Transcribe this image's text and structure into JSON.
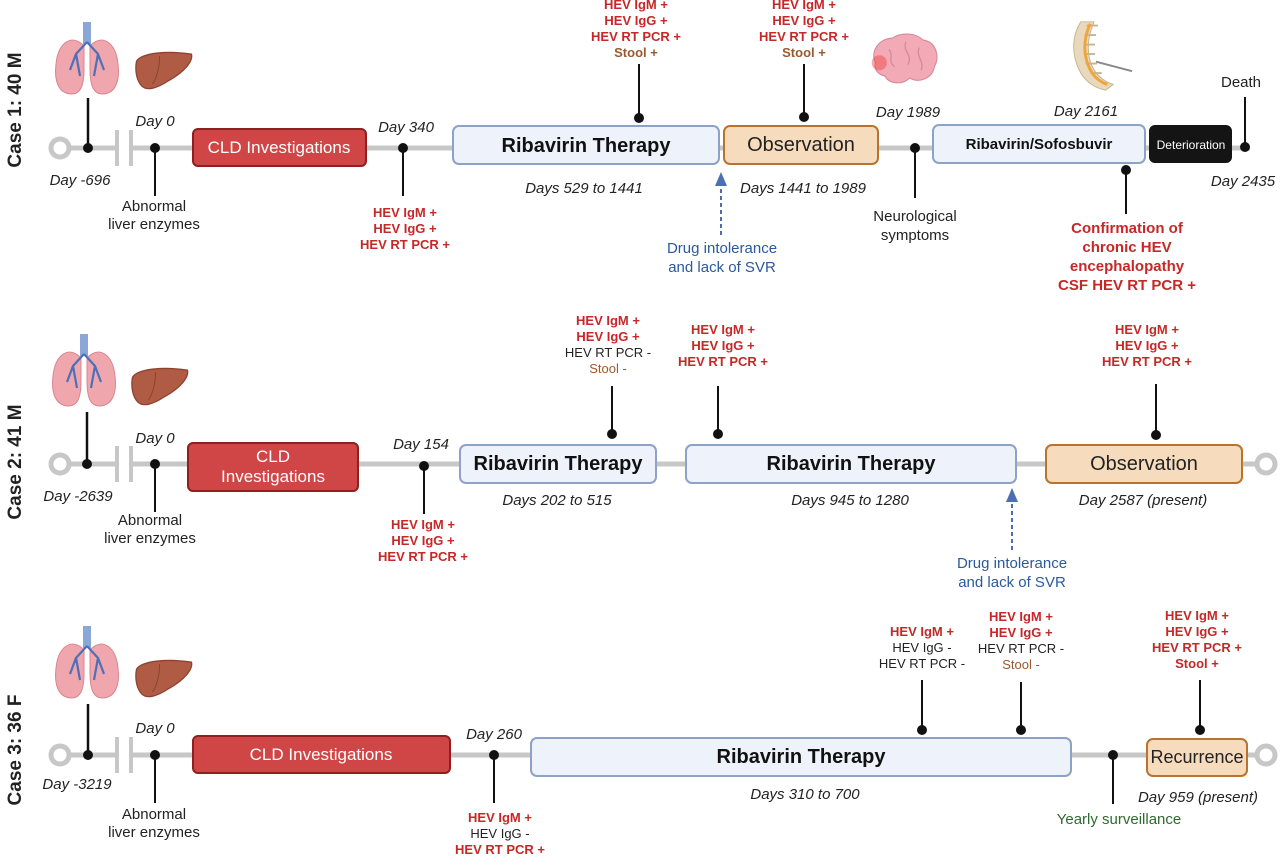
{
  "case1": {
    "label": "Case 1: 40 M",
    "day_start": "Day -696",
    "day0": "Day 0",
    "abnormal": [
      "Abnormal",
      "liver enzymes"
    ],
    "cld": "CLD Investigations",
    "day340": "Day 340",
    "lab340": [
      "HEV IgM +",
      "HEV IgG +",
      "HEV RT PCR +"
    ],
    "riba": "Ribavirin Therapy",
    "riba_days": "Days 529 to 1441",
    "lab_top1": [
      "HEV IgM +",
      "HEV IgG +",
      "HEV RT PCR +",
      "Stool +"
    ],
    "obs": "Observation",
    "obs_days": "Days 1441 to 1989",
    "lab_top2": [
      "HEV IgM +",
      "HEV IgG +",
      "HEV RT PCR +",
      "Stool +"
    ],
    "intol": [
      "Drug intolerance",
      "and lack of SVR"
    ],
    "day1989": "Day 1989",
    "neuro": [
      "Neurological",
      "symptoms"
    ],
    "ribasof": "Ribavirin/Sofosbuvir",
    "day2161": "Day 2161",
    "confirm": [
      "Confirmation of",
      "chronic HEV",
      "encephalopathy",
      "CSF HEV RT PCR +"
    ],
    "deter": "Deterioration",
    "death": "Death",
    "day_end": "Day 2435"
  },
  "case2": {
    "label": "Case 2: 41 M",
    "day_start": "Day -2639",
    "day0": "Day 0",
    "abnormal": [
      "Abnormal",
      "liver enzymes"
    ],
    "cld": [
      "CLD",
      "Investigations"
    ],
    "day154": "Day 154",
    "lab154": [
      "HEV IgM +",
      "HEV IgG +",
      "HEV RT PCR +"
    ],
    "riba1": "Ribavirin Therapy",
    "riba1_days": "Days 202 to 515",
    "lab_top1_pos": [
      "HEV IgM +",
      "HEV IgG +"
    ],
    "lab_top1_neg": "HEV RT PCR -",
    "lab_top1_stool": "Stool -",
    "lab_top2": [
      "HEV IgM +",
      "HEV IgG +",
      "HEV RT PCR +"
    ],
    "riba2": "Ribavirin Therapy",
    "riba2_days": "Days 945 to 1280",
    "intol": [
      "Drug intolerance",
      "and lack of SVR"
    ],
    "lab_top3": [
      "HEV IgM +",
      "HEV IgG +",
      "HEV RT PCR +"
    ],
    "obs": "Observation",
    "obs_days": "Day 2587 (present)"
  },
  "case3": {
    "label": "Case 3: 36 F",
    "day_start": "Day -3219",
    "day0": "Day 0",
    "abnormal": [
      "Abnormal",
      "liver enzymes"
    ],
    "cld": "CLD Investigations",
    "day260": "Day 260",
    "lab260_a": "HEV IgM +",
    "lab260_b": "HEV IgG -",
    "lab260_c": "HEV RT PCR +",
    "riba": "Ribavirin Therapy",
    "riba_days": "Days 310 to 700",
    "lab_top1_a": "HEV IgM +",
    "lab_top1_b": "HEV IgG -",
    "lab_top1_c": "HEV RT PCR -",
    "lab_top2_pos": [
      "HEV IgM +",
      "HEV IgG +"
    ],
    "lab_top2_neg": "HEV RT PCR -",
    "lab_top2_stool": "Stool -",
    "surv": "Yearly surveillance",
    "lab_top3": [
      "HEV IgM +",
      "HEV IgG +",
      "HEV RT PCR +",
      "Stool +"
    ],
    "recur": "Recurrence",
    "recur_days": "Day 959 (present)"
  },
  "icons": [
    "lungs-icon",
    "liver-icon",
    "brain-icon",
    "spine-icon"
  ],
  "colors": {
    "cld": "#d04545",
    "therapy_fill": "#eef3fb",
    "therapy_stroke": "#8da2c6",
    "observation_fill": "#f6dcbc",
    "observation_stroke": "#b8742f",
    "positive_text": "#c62828",
    "intolerance_text": "#2a5a9c",
    "surveillance_text": "#2e6b2e",
    "timeline": "#c7c7c7"
  }
}
